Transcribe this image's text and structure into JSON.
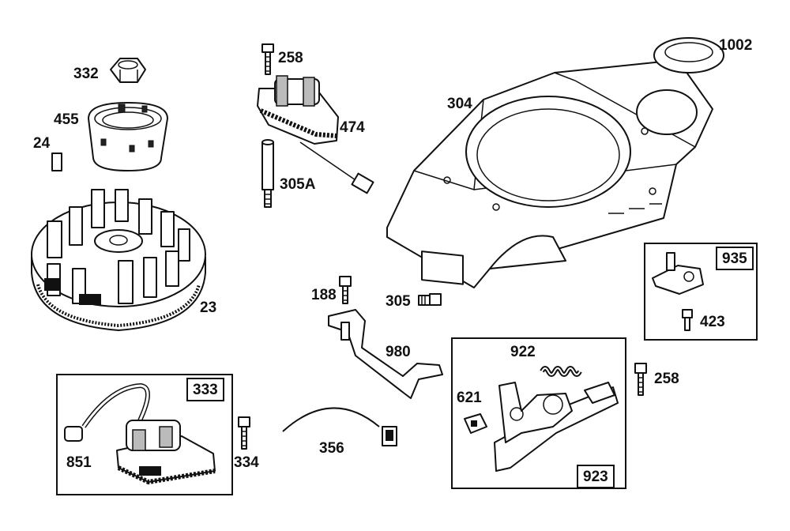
{
  "parts": {
    "p23": "23",
    "p24": "24",
    "p332": "332",
    "p455": "455",
    "p258a": "258",
    "p474": "474",
    "p305a": "305A",
    "p304": "304",
    "p1002": "1002",
    "p188": "188",
    "p305": "305",
    "p980": "980",
    "p356": "356",
    "p334": "334",
    "p851": "851",
    "p922": "922",
    "p621": "621",
    "p258b": "258",
    "p423": "423"
  },
  "kits": {
    "k333": "333",
    "k935": "935",
    "k923": "923"
  }
}
